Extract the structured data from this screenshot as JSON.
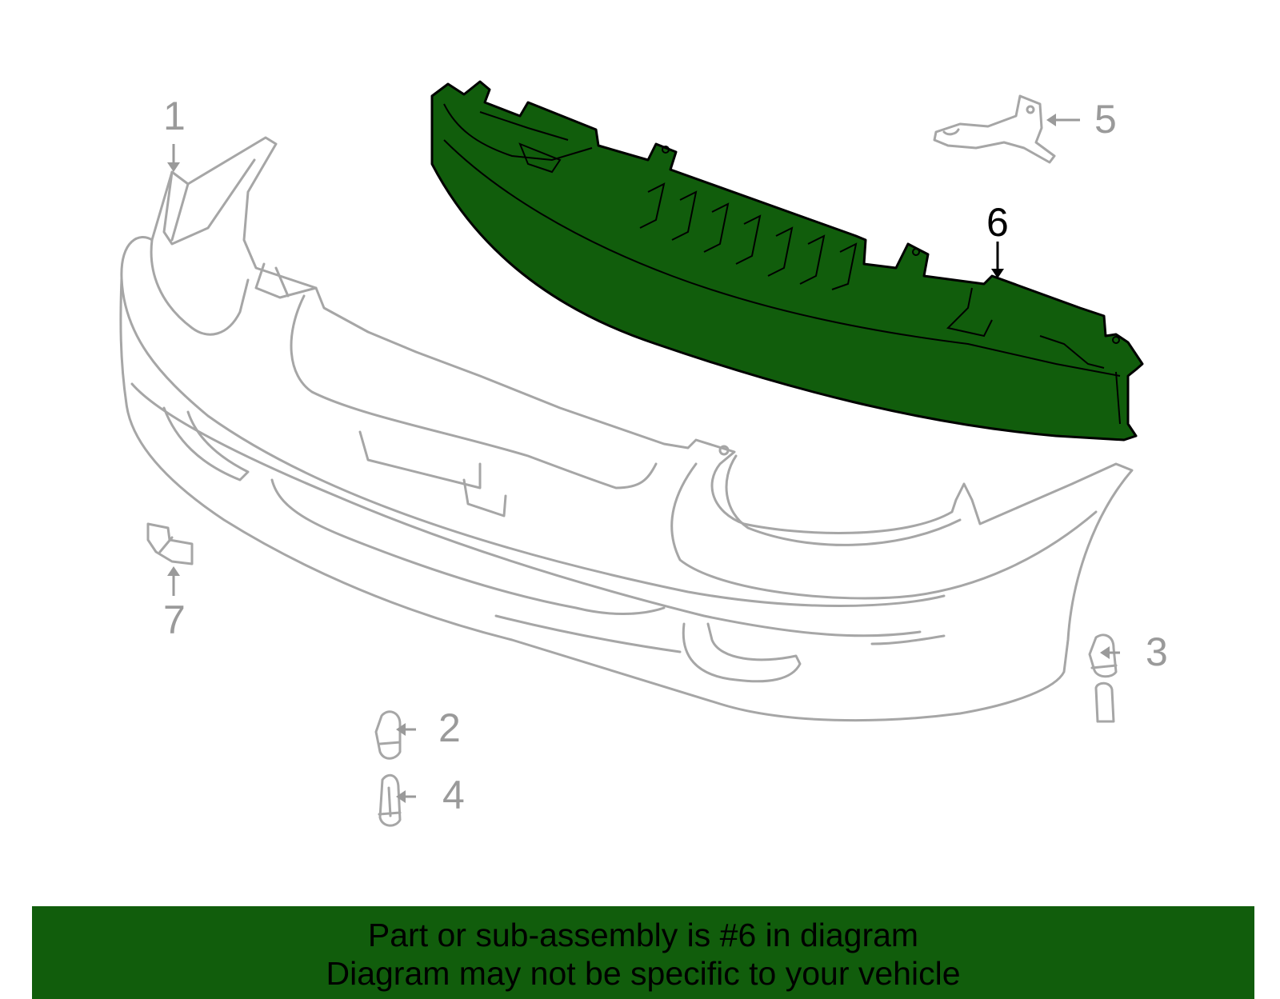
{
  "diagram": {
    "highlight_color": "#115d0c",
    "highlighted_part": "6",
    "callouts": [
      {
        "id": "1",
        "label": "1"
      },
      {
        "id": "2",
        "label": "2"
      },
      {
        "id": "3",
        "label": "3"
      },
      {
        "id": "4",
        "label": "4"
      },
      {
        "id": "5",
        "label": "5"
      },
      {
        "id": "6",
        "label": "6"
      },
      {
        "id": "7",
        "label": "7"
      }
    ]
  },
  "banner": {
    "line1": "Part or sub-assembly is #6 in diagram",
    "line2": "Diagram may not be specific to your vehicle",
    "background": "#115d0c"
  }
}
